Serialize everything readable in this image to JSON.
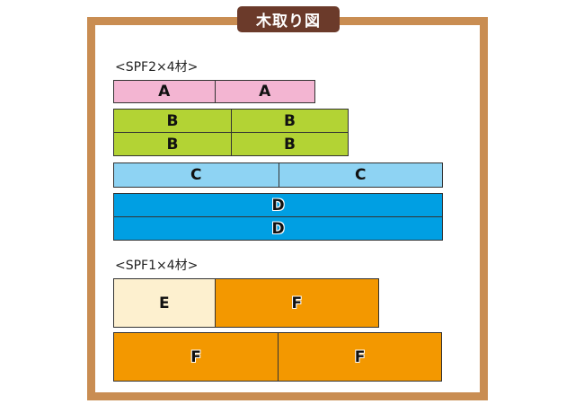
{
  "title": "木取り図",
  "colors": {
    "frame": "#c98d52",
    "title_bg": "#6b3a2a",
    "A": "#f3b5d2",
    "B": "#b3d334",
    "C": "#8ed3f3",
    "D": "#009fe3",
    "E": "#fdf0cf",
    "F": "#f39800"
  },
  "sections": [
    {
      "label": "<SPF2×4材>",
      "boards": [
        {
          "pieces": [
            "A",
            "A"
          ]
        },
        {
          "pieces": [
            "B",
            "B"
          ]
        },
        {
          "pieces": [
            "B",
            "B"
          ]
        },
        {
          "pieces": [
            "C",
            "C"
          ]
        },
        {
          "pieces": [
            "D"
          ]
        },
        {
          "pieces": [
            "D"
          ]
        }
      ]
    },
    {
      "label": "<SPF1×4材>",
      "boards": [
        {
          "pieces": [
            "E",
            "F"
          ]
        },
        {
          "pieces": [
            "F",
            "F"
          ]
        }
      ]
    }
  ]
}
